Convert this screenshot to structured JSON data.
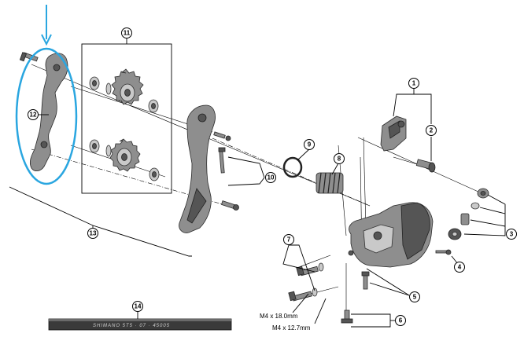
{
  "diagram": {
    "callouts": [
      {
        "id": "1",
        "label": "1"
      },
      {
        "id": "2",
        "label": "2"
      },
      {
        "id": "3",
        "label": "3"
      },
      {
        "id": "4",
        "label": "4"
      },
      {
        "id": "5",
        "label": "5"
      },
      {
        "id": "6",
        "label": "6"
      },
      {
        "id": "7",
        "label": "7"
      },
      {
        "id": "8",
        "label": "8"
      },
      {
        "id": "9",
        "label": "9"
      },
      {
        "id": "10",
        "label": "10"
      },
      {
        "id": "11",
        "label": "11"
      },
      {
        "id": "12",
        "label": "12"
      },
      {
        "id": "13",
        "label": "13"
      },
      {
        "id": "14",
        "label": "14"
      }
    ],
    "bolt_labels": {
      "m4_18": "M4 x 18.0mm",
      "m4_12_7": "M4 x 12.7mm"
    },
    "rod_text": "SHIMANO 5T5 · 07 · 45005",
    "highlight_color": "#2aa6e0",
    "arrow_color": "#2aa6e0"
  }
}
